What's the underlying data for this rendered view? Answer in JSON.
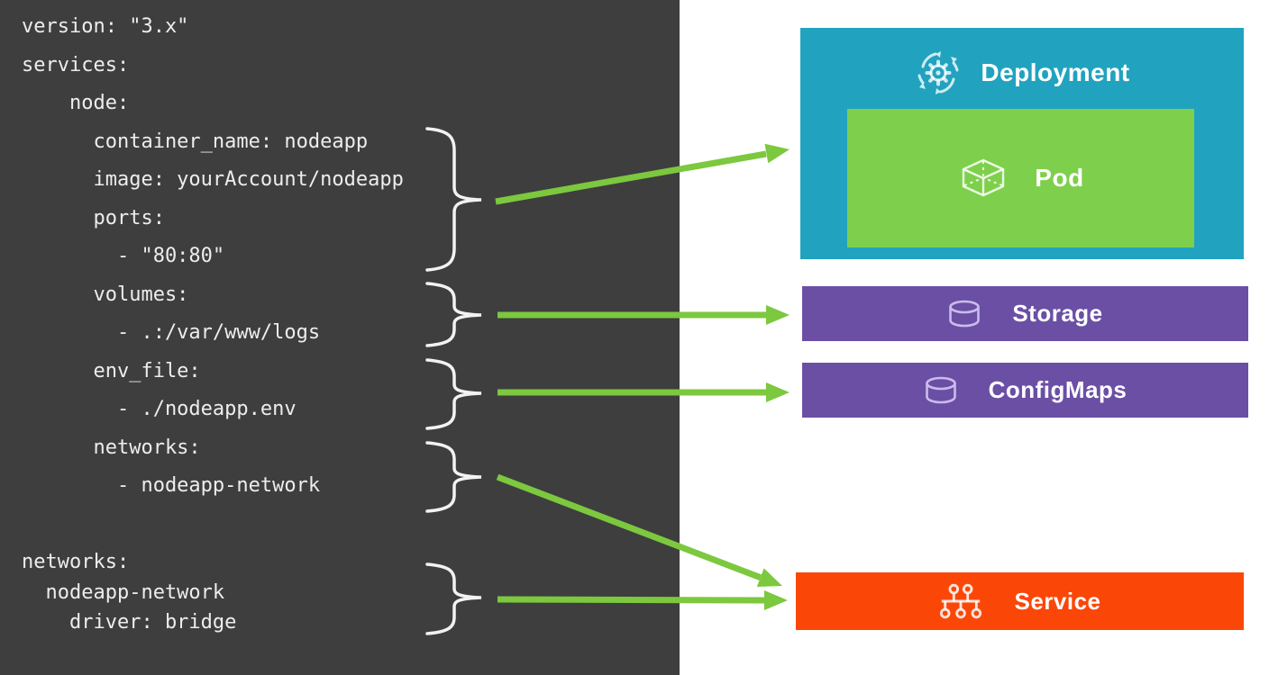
{
  "compose_panel": {
    "code_top": "version: \"3.x\"\nservices:\n    node:\n      container_name: nodeapp\n      image: yourAccount/nodeapp\n      ports:\n        - \"80:80\"\n      volumes:\n        - .:/var/www/logs\n      env_file:\n        - ./nodeapp.env\n      networks:\n        - nodeapp-network",
    "code_bottom": "networks:\n  nodeapp-network\n    driver: bridge"
  },
  "kubernetes": {
    "deployment": {
      "label": "Deployment",
      "icon": "gear-sync-icon"
    },
    "pod": {
      "label": "Pod",
      "icon": "cube-icon"
    },
    "storage": {
      "label": "Storage",
      "icon": "database-cylinder-icon"
    },
    "configmaps": {
      "label": "ConfigMaps",
      "icon": "database-cylinder-icon"
    },
    "service": {
      "label": "Service",
      "icon": "network-bus-icon"
    }
  },
  "mappings": [
    {
      "source": "container_name / image / ports",
      "target": "Deployment"
    },
    {
      "source": "volumes",
      "target": "Storage"
    },
    {
      "source": "env_file",
      "target": "ConfigMaps"
    },
    {
      "source": "service networks",
      "target": "Service"
    },
    {
      "source": "networks (top-level)",
      "target": "Service"
    }
  ],
  "colors": {
    "panel_bg": "#3e3e3e",
    "code_text": "#ededed",
    "deployment_bg": "#21a3bf",
    "pod_bg": "#7ed04c",
    "storage_bg": "#6b4fa5",
    "configmaps_bg": "#6b4fa5",
    "service_bg": "#fa4708",
    "arrow_green": "#7cc83e",
    "brace_white": "#f2f2f2"
  }
}
